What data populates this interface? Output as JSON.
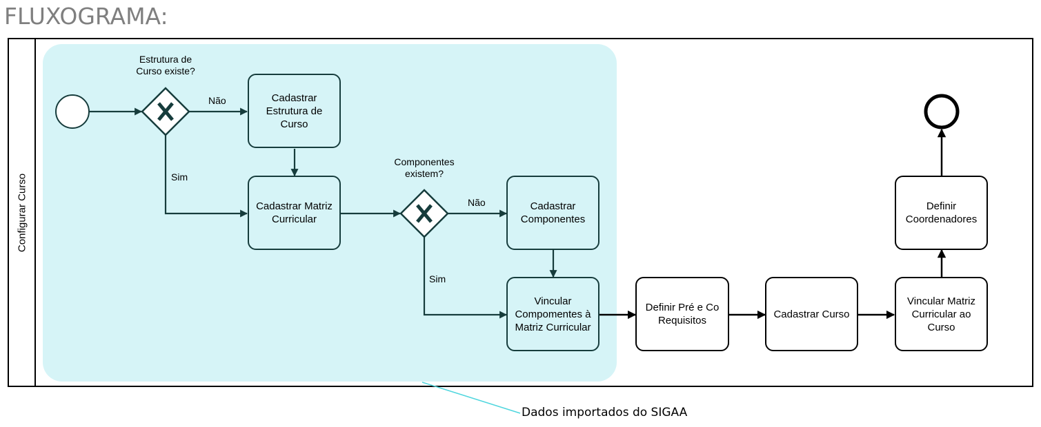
{
  "page": {
    "title": "FLUXOGRAMA:"
  },
  "pool": {
    "lane_label": "Configurar Curso"
  },
  "gateways": {
    "structure": {
      "question": "Estrutura de Curso existe?",
      "marker": "X",
      "no_label": "Não",
      "yes_label": "Sim"
    },
    "components": {
      "question": "Componentes existem?",
      "marker": "X",
      "no_label": "Não",
      "yes_label": "Sim"
    }
  },
  "tasks": {
    "register_structure": "Cadastrar Estrutura de Curso",
    "register_matrix": "Cadastrar Matriz Curricular",
    "register_components": "Cadastrar Componentes",
    "link_components": "Vincular Compomentes à Matriz Curricular",
    "define_prerequisites": "Definir Pré e Co Requisitos",
    "register_course": "Cadastrar Curso",
    "link_matrix_course": "Vincular Matriz Curricular ao Curso",
    "define_coordinators": "Definir Coordenadores"
  },
  "annotation": {
    "text": "Dados importados do SIGAA"
  },
  "colors": {
    "group_fill": "#d6f4f7",
    "teal_stroke": "#163c3c",
    "annotation_line": "#4fd6de",
    "title_gray": "#7f7f7f"
  },
  "icons": [
    "start-event-circle",
    "end-event-circle",
    "exclusive-gateway-x"
  ]
}
